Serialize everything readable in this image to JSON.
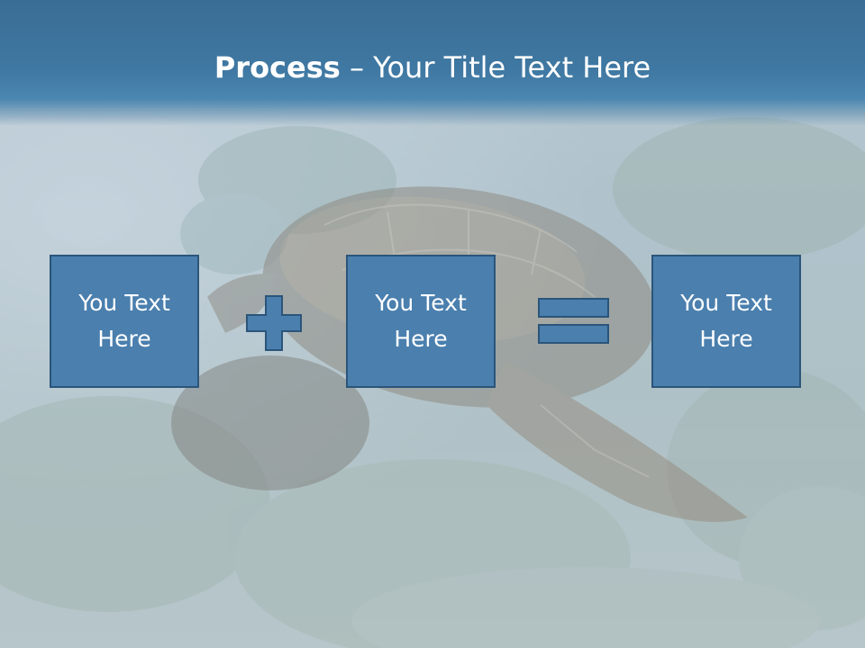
{
  "slide": {
    "title_bold": "Process",
    "title_rest": " – Your Title Text Here",
    "boxes": [
      {
        "label": "You Text Here"
      },
      {
        "label": "You Text Here"
      },
      {
        "label": "You Text Here"
      }
    ],
    "operators": [
      "plus-icon",
      "equals-icon"
    ],
    "colors": {
      "header": "#3f78a2",
      "box_fill": "#4a7fae",
      "box_border": "#2b557a",
      "text": "#ffffff"
    }
  }
}
